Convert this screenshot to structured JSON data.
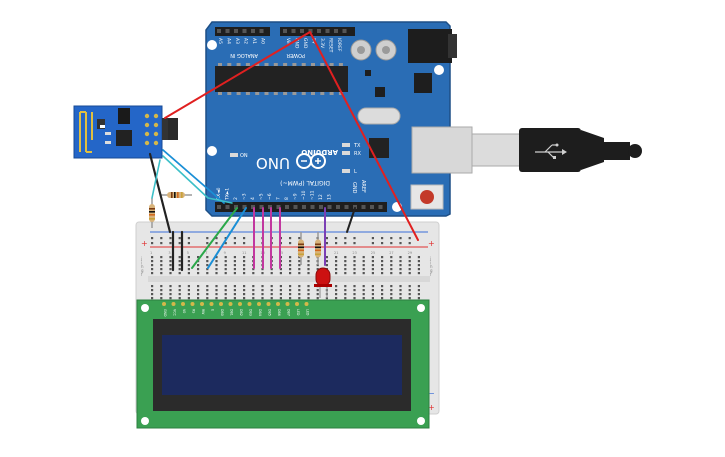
{
  "arduino": {
    "brand": "ARDUINO",
    "model": "UNO",
    "analog_header": "ANALOG IN",
    "power_header": "POWER",
    "digital_header": "DIGITAL (PWM~)",
    "on_label": "ON",
    "tx_label": "TX",
    "rx_label": "RX",
    "l_label": "L",
    "aref_label": "AREF",
    "gnd_label": "GND",
    "analog_pins": [
      "A5",
      "A4",
      "A3",
      "A2",
      "A1",
      "A0"
    ],
    "power_pins": [
      "Vin",
      "GND",
      "GND",
      "5V",
      "3.3V",
      "RESET",
      "IOREF"
    ],
    "digital_pins": [
      "RX◄0",
      "TX►1",
      "2",
      "~3",
      "4",
      "~5",
      "~6",
      "7",
      "8",
      "~9",
      "~10",
      "~11",
      "12",
      "13"
    ]
  },
  "breadboard": {
    "row_labels_left": [
      "j",
      "i",
      "h",
      "g",
      "f"
    ],
    "rail_plus": "+",
    "rail_minus": "−"
  },
  "lcd": {
    "pins": [
      "GND",
      "VCC",
      "V0",
      "RS",
      "RW",
      "E",
      "DB0",
      "DB1",
      "DB2",
      "DB3",
      "DB4",
      "DB5",
      "DB6",
      "DB7",
      "LED",
      "LED"
    ]
  },
  "colors": {
    "board": "#2a6db5",
    "board_dark": "#1d4f86",
    "lcd_pcb": "#3aa052",
    "lcd_screen": "#1c2a5e",
    "wifi_module": "#2466c8",
    "wire_red": "#e02020",
    "wire_black": "#222222",
    "wire_blue": "#1a8fd6",
    "wire_green": "#2aa84a",
    "wire_magenta": "#c2379f",
    "wire_purple": "#7b3fb5",
    "wire_cyan": "#3cc0c8",
    "led_red": "#cc1111"
  },
  "icons": [
    "arduino-logo-icon",
    "usb-cable-icon",
    "wifi-antenna-icon"
  ]
}
